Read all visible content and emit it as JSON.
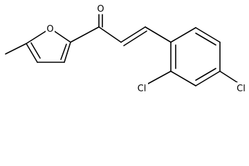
{
  "molecule": {
    "atoms": {
      "ketone_oxygen": "O",
      "furan_oxygen": "O",
      "chlorine_ortho": "Cl",
      "chlorine_para": "Cl"
    }
  },
  "colors": {
    "bond": "#000000",
    "background": "#ffffff"
  }
}
